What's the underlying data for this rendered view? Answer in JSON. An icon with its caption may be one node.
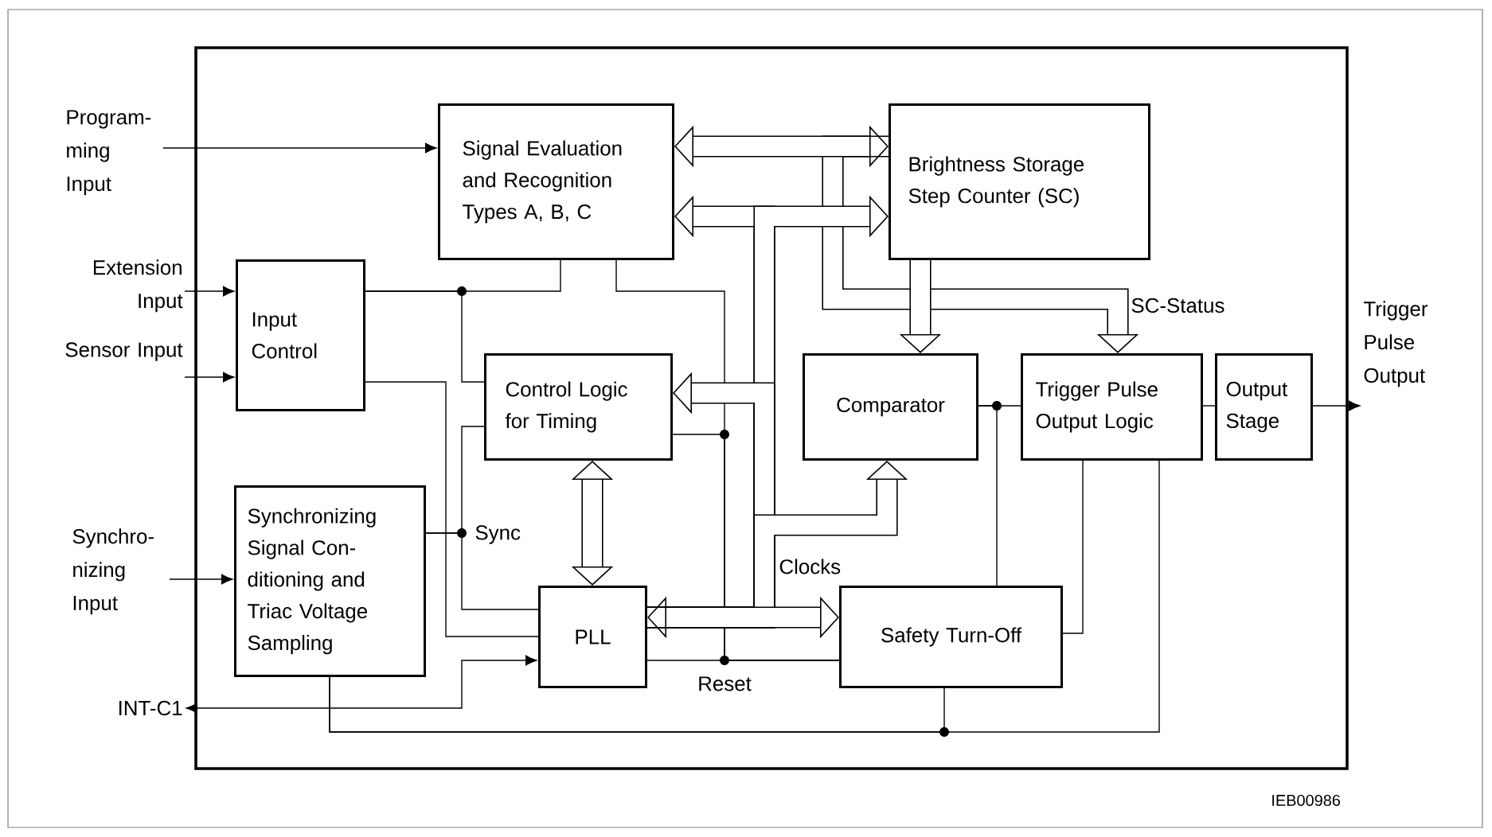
{
  "diagram": {
    "nodes": [
      {
        "text": [
          "Program- ming Input"
        ]
      },
      {
        "text": [
          "Signal Evaluation and Recognition Types A, B, C"
        ]
      },
      {
        "text": [
          "Brightness Storage Step Counter (SC)"
        ]
      },
      {
        "text": [
          "Extension Input"
        ]
      },
      {
        "text": [
          "Input Control"
        ]
      },
      {
        "text": [
          "Sensor Input"
        ]
      },
      {
        "text": [
          "Control Logic for Timing"
        ]
      },
      {
        "text": [
          "Comparator"
        ]
      },
      {
        "text": [
          "Trigger Pulse Output Logic"
        ]
      },
      {
        "text": [
          "Output Stage"
        ]
      },
      {
        "text": [
          "Trigger Pulse Output"
        ]
      },
      {
        "text": [
          "Synchronizing Signal Con- ditioning and Triac Voltage Sampling"
        ]
      },
      {
        "text": [
          "Synchro- nizing Input"
        ]
      },
      {
        "text": [
          "PLL"
        ]
      },
      {
        "text": [
          "Safety Turn-Off"
        ]
      },
      {
        "text": [
          "INT-C1"
        ]
      }
    ],
    "edges": [
      {
        "from": 0,
        "to": 1,
        "arrow": "to"
      },
      {
        "from": 3,
        "to": 4,
        "arrow": "to"
      },
      {
        "from": 5,
        "to": 4,
        "arrow": "to"
      },
      {
        "from": 12,
        "to": 11,
        "arrow": "to"
      },
      {
        "from": 9,
        "to": 10,
        "arrow": "to"
      },
      {
        "from": 15,
        "to": 13,
        "arrow": "both"
      },
      {
        "from": 4,
        "to": 1,
        "arrow": "none"
      },
      {
        "from": 4,
        "to": 6,
        "arrow": "none"
      },
      {
        "from": 4,
        "to": 13,
        "arrow": "none"
      },
      {
        "from": 11,
        "to": 6,
        "arrow": "none"
      },
      {
        "from": 11,
        "to": 13,
        "arrow": "none"
      },
      {
        "from": 1,
        "to": 14,
        "arrow": "none"
      },
      {
        "from": 6,
        "to": 14,
        "arrow": "none"
      },
      {
        "from": 13,
        "to": 14,
        "arrow": "none"
      },
      {
        "from": 7,
        "to": 8,
        "arrow": "none"
      },
      {
        "from": 7,
        "to": 14,
        "arrow": "none"
      },
      {
        "from": 8,
        "to": 9,
        "arrow": "none"
      },
      {
        "from": 8,
        "to": 14,
        "arrow": "none"
      },
      {
        "from": 11,
        "to": 14,
        "arrow": "none"
      },
      {
        "from": 11,
        "to": 8,
        "arrow": "none"
      },
      {
        "from": 1,
        "to": 2,
        "arrow": "both",
        "style": "thick"
      },
      {
        "from": 2,
        "to": 8,
        "arrow": "to",
        "style": "thick"
      },
      {
        "from": 2,
        "to": 7,
        "arrow": "to",
        "style": "thick"
      },
      {
        "from": 13,
        "to": 1,
        "arrow": "to",
        "style": "thick"
      },
      {
        "from": 13,
        "to": 2,
        "arrow": "to",
        "style": "thick"
      },
      {
        "from": 13,
        "to": 6,
        "arrow": "to",
        "style": "thick"
      },
      {
        "from": 13,
        "to": 7,
        "arrow": "to",
        "style": "thick"
      },
      {
        "from": 13,
        "to": 14,
        "arrow": "both",
        "style": "thick"
      },
      {
        "from": 6,
        "to": 13,
        "arrow": "both",
        "style": "thick"
      }
    ],
    "labels": [
      "SC-Status",
      "Sync",
      "Clocks",
      "Reset",
      "IEB00986"
    ]
  }
}
